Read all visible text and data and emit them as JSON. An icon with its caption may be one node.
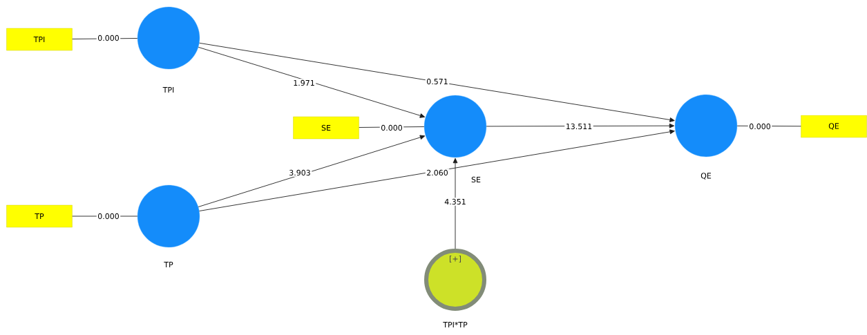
{
  "diagram": {
    "nodes": [
      {
        "text": [
          "TPI"
        ]
      },
      {
        "text": [
          "TPI"
        ]
      },
      {
        "text": [
          "SE"
        ]
      },
      {
        "text": [
          "SE"
        ]
      },
      {
        "text": [
          "QE"
        ]
      },
      {
        "text": [
          "QE"
        ]
      },
      {
        "text": [
          "TP"
        ]
      },
      {
        "text": [
          "TP"
        ]
      },
      {
        "text": [
          "[+]",
          "TPI*TP"
        ]
      }
    ],
    "edges": [
      {
        "from": 0,
        "to": 1,
        "arrow": "none",
        "label": "0.000"
      },
      {
        "from": 1,
        "to": 4,
        "arrow": "to",
        "label": "0.571"
      },
      {
        "from": 1,
        "to": 3,
        "arrow": "to",
        "label": "1.971"
      },
      {
        "from": 2,
        "to": 3,
        "arrow": "none",
        "label": "0.000"
      },
      {
        "from": 3,
        "to": 4,
        "arrow": "to",
        "label": "13.511"
      },
      {
        "from": 7,
        "to": 3,
        "arrow": "to",
        "label": "3.903"
      },
      {
        "from": 7,
        "to": 4,
        "arrow": "to",
        "label": "2.060"
      },
      {
        "from": 8,
        "to": 3,
        "arrow": "to",
        "label": "4.351"
      },
      {
        "from": 4,
        "to": 5,
        "arrow": "none",
        "label": "0.000"
      },
      {
        "from": 6,
        "to": 7,
        "arrow": "none",
        "label": "0.000"
      }
    ]
  }
}
